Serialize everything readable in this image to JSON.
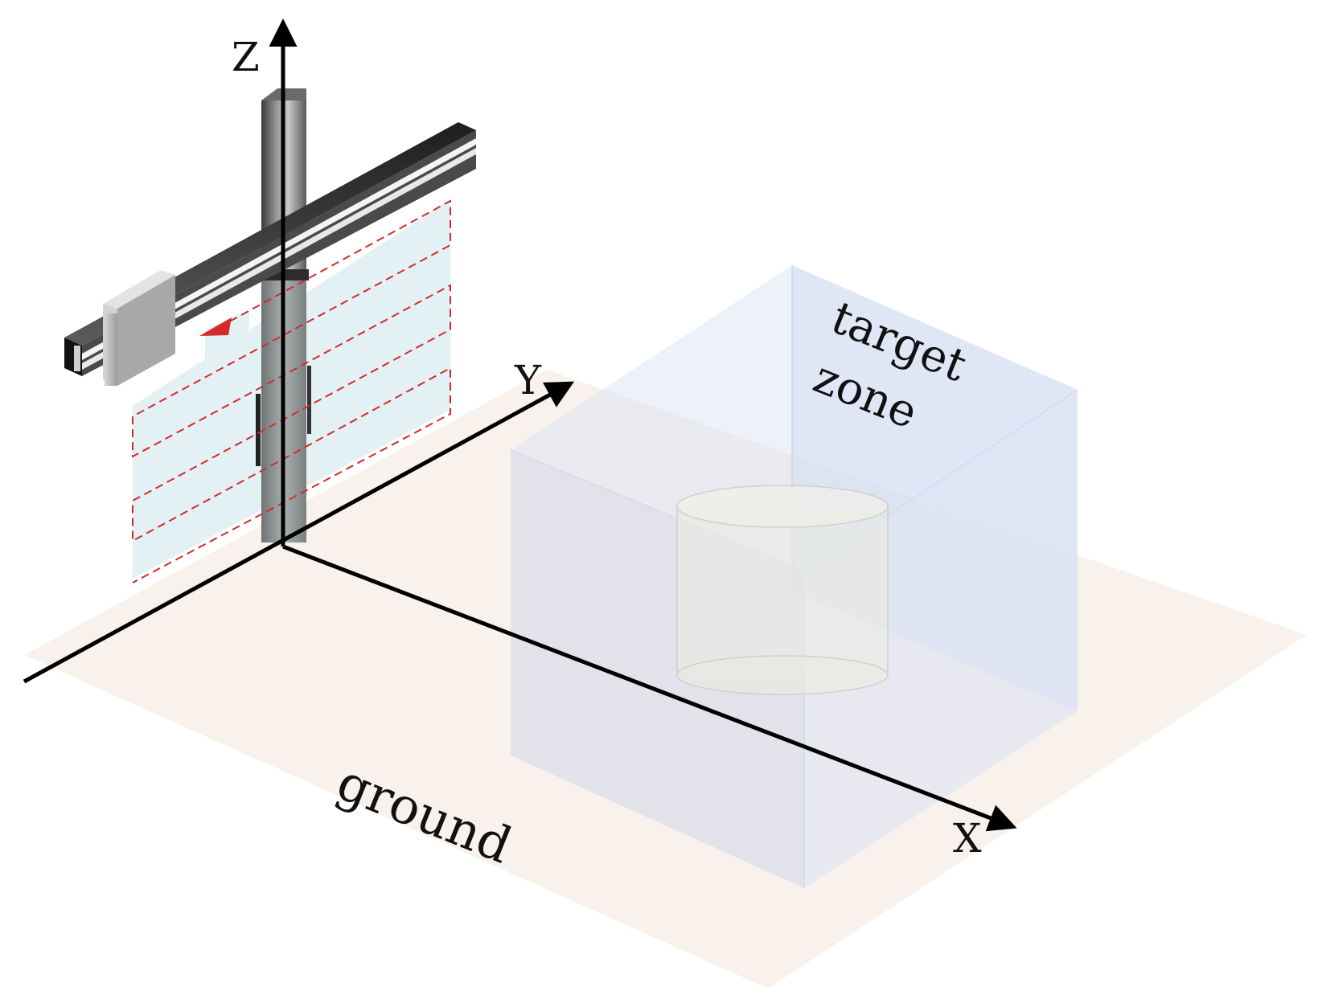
{
  "labels": {
    "axis_z": "Z",
    "axis_y": "Y",
    "axis_x": "X",
    "target_line1": "target",
    "target_line2": "zone",
    "ground": "ground"
  },
  "colors": {
    "ground": "#f9f1ec",
    "zone": "#d4dff3",
    "scan_fill": "#e4f1f4",
    "scan_dash": "#d62a2a",
    "axis": "#000000"
  }
}
